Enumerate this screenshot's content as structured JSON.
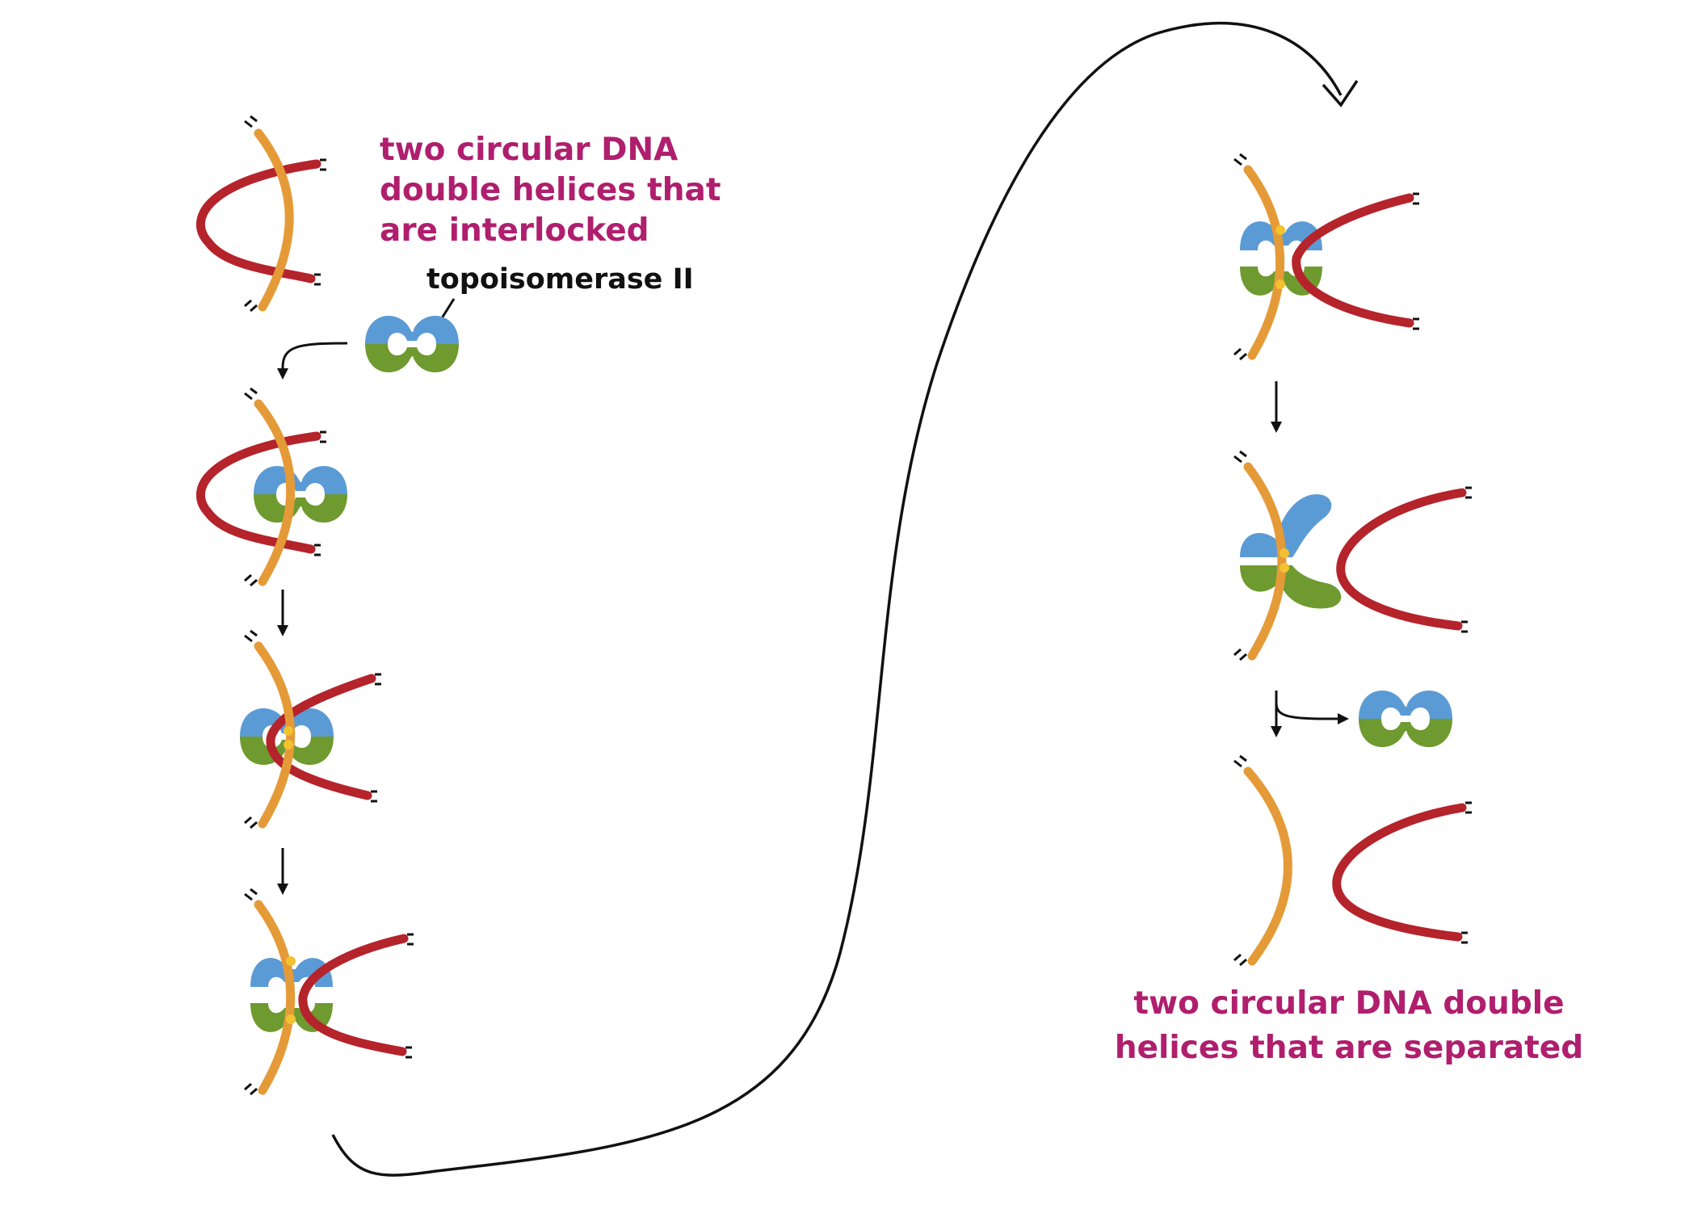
{
  "labels": {
    "interlocked": [
      "two circular DNA",
      "double helices that",
      "are interlocked"
    ],
    "enzyme": "topoisomerase II",
    "separated": [
      "two circular DNA double",
      "helices that are separated"
    ]
  },
  "colors": {
    "dna_a": "#e59a38",
    "dna_b": "#b5232b",
    "enzyme_top": "#5b9bd5",
    "enzyme_bottom": "#6e9a2f",
    "label_text": "#b01e6e",
    "phosphotyrosine": "#f2c230"
  }
}
